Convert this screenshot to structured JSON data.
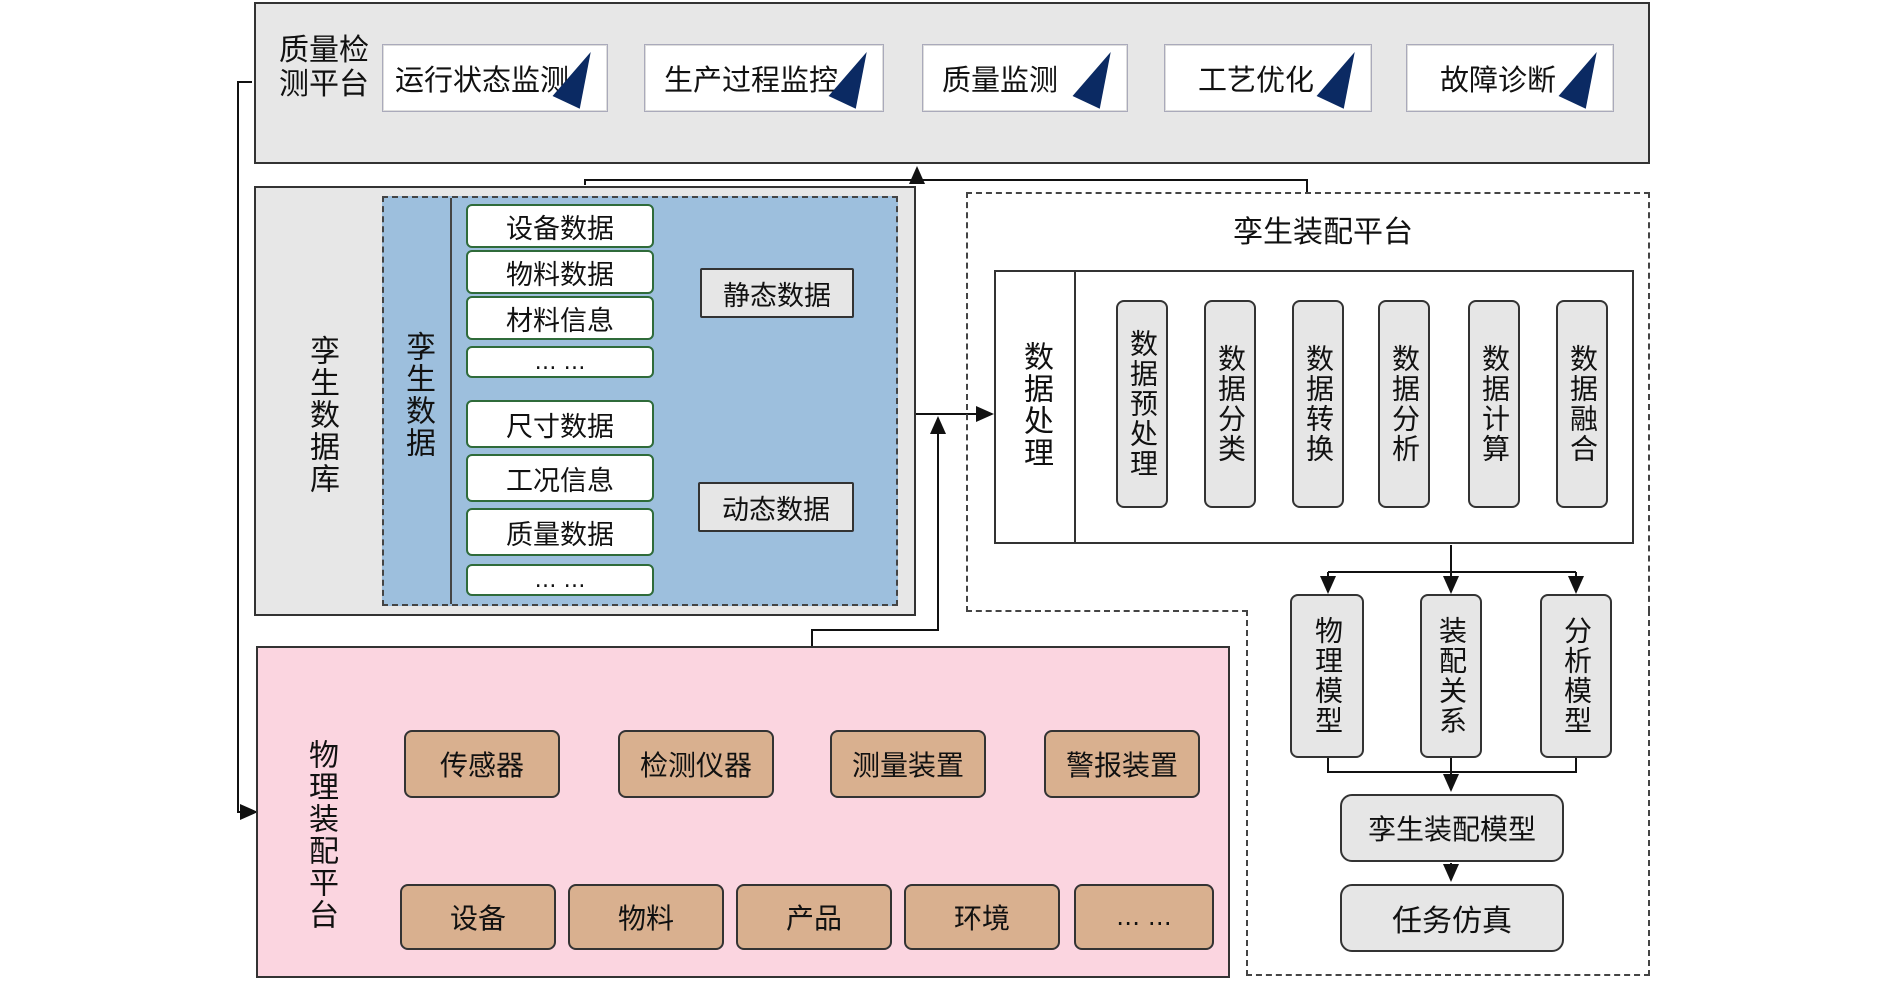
{
  "quality_platform": {
    "title": "质量检测平台",
    "items": [
      "运行状态监测",
      "生产过程监控",
      "质量监测",
      "工艺优化",
      "故障诊断"
    ]
  },
  "twin_database": {
    "title": "孪生数据库",
    "inner_title": "孪生数据",
    "static_items": [
      "设备数据",
      "物料数据",
      "材料信息",
      "… …"
    ],
    "dynamic_items": [
      "尺寸数据",
      "工况信息",
      "质量数据",
      "… …"
    ],
    "static_label": "静态数据",
    "dynamic_label": "动态数据"
  },
  "assembly_platform": {
    "title": "孪生装配平台",
    "processing_label": "数据处理",
    "steps": [
      "数据预处理",
      "数据分类",
      "数据转换",
      "数据分析",
      "数据计算",
      "数据融合"
    ],
    "models": [
      "物理模型",
      "装配关系",
      "分析模型"
    ],
    "assembly_model": "孪生装配模型",
    "task_sim": "任务仿真"
  },
  "physical_platform": {
    "title": "物理装配平台",
    "devices": [
      "传感器",
      "检测仪器",
      "测量装置",
      "警报装置"
    ],
    "objects": [
      "设备",
      "物料",
      "产品",
      "环境",
      "… …"
    ]
  },
  "colors": {
    "gray_panel": "#e7e7e7",
    "blue_region": "#9dbfdd",
    "pink_panel": "#fbd5e0",
    "brown_box": "#d9b08f",
    "green_border": "#2f6b3a",
    "triangle": "#0b2a63"
  }
}
